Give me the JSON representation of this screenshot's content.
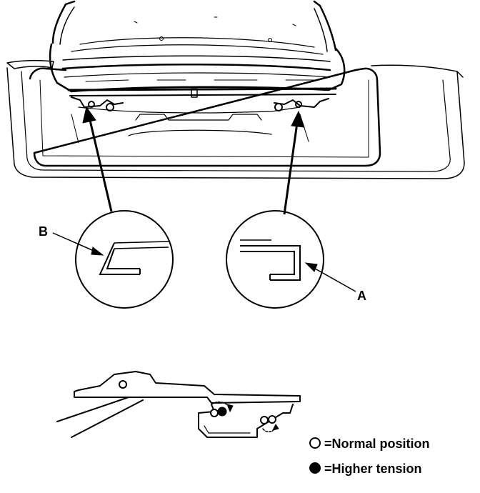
{
  "callouts": {
    "label_a": "A",
    "label_b": "B"
  },
  "legend": {
    "normal": "=Normal position",
    "higher": "=Higher tension"
  },
  "colors": {
    "ink": "#000000",
    "paper": "#ffffff"
  }
}
